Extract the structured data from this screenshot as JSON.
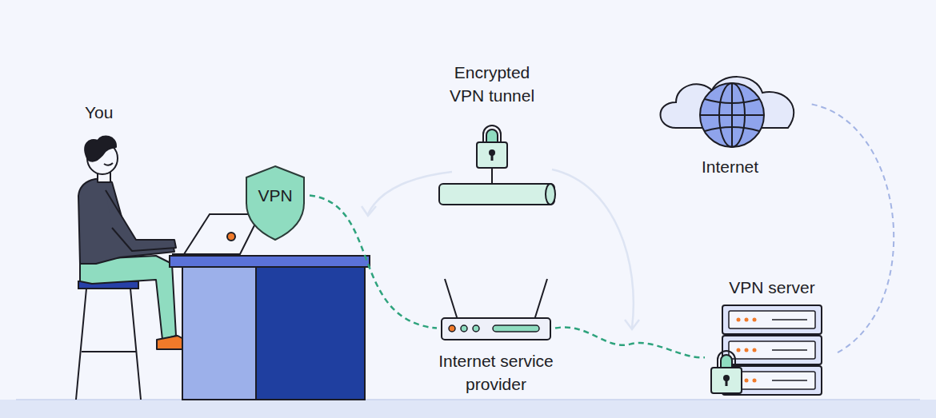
{
  "diagram": {
    "nodes": [
      {
        "text": [
          "VPN"
        ]
      },
      {
        "text": [
          "Internet service provider"
        ]
      },
      {
        "text": [
          "VPN server"
        ]
      },
      {
        "text": [
          "Internet"
        ]
      },
      {
        "text": [
          "Encrypted VPN tunnel"
        ]
      }
    ],
    "edges": [
      {
        "from": 0,
        "to": 1,
        "arrow": "none"
      },
      {
        "from": 1,
        "to": 2,
        "arrow": "none"
      },
      {
        "from": 2,
        "to": 3,
        "arrow": "none"
      }
    ],
    "labels": [
      "You"
    ]
  }
}
